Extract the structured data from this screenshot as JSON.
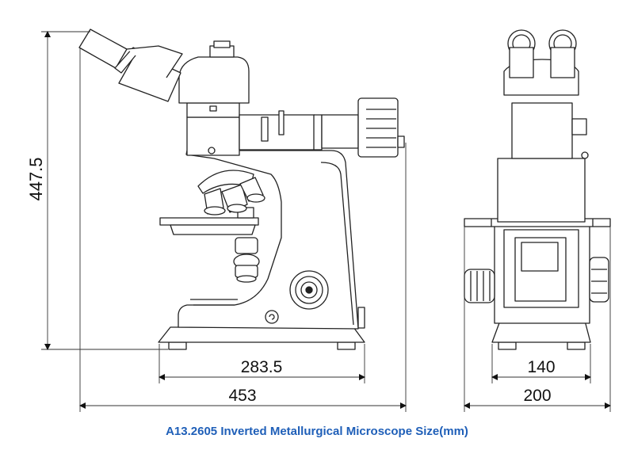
{
  "dimensions": {
    "height": "447.5",
    "side_base_width": "283.5",
    "side_total_width": "453",
    "front_base_width": "140",
    "front_total_width": "200"
  },
  "caption": "A13.2605 Inverted Metallurgical Microscope Size(mm)",
  "colors": {
    "line": "#222222",
    "caption": "#1f5fb8"
  }
}
